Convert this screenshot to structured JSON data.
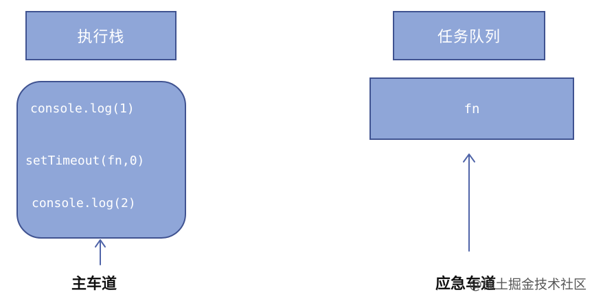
{
  "execution_stack": {
    "title": "执行栈",
    "lines": [
      "console.log(1)",
      "setTimeout(fn,0)",
      "console.log(2)"
    ]
  },
  "task_queue": {
    "title": "任务队列",
    "item": "fn"
  },
  "labels": {
    "main_road": "主车道",
    "emergency_road": "应急车道"
  },
  "watermark": "@稀土掘金技术社区",
  "colors": {
    "box_fill": "#8fa6d8",
    "box_border": "#3f5290",
    "arrow": "#4f64a8"
  }
}
